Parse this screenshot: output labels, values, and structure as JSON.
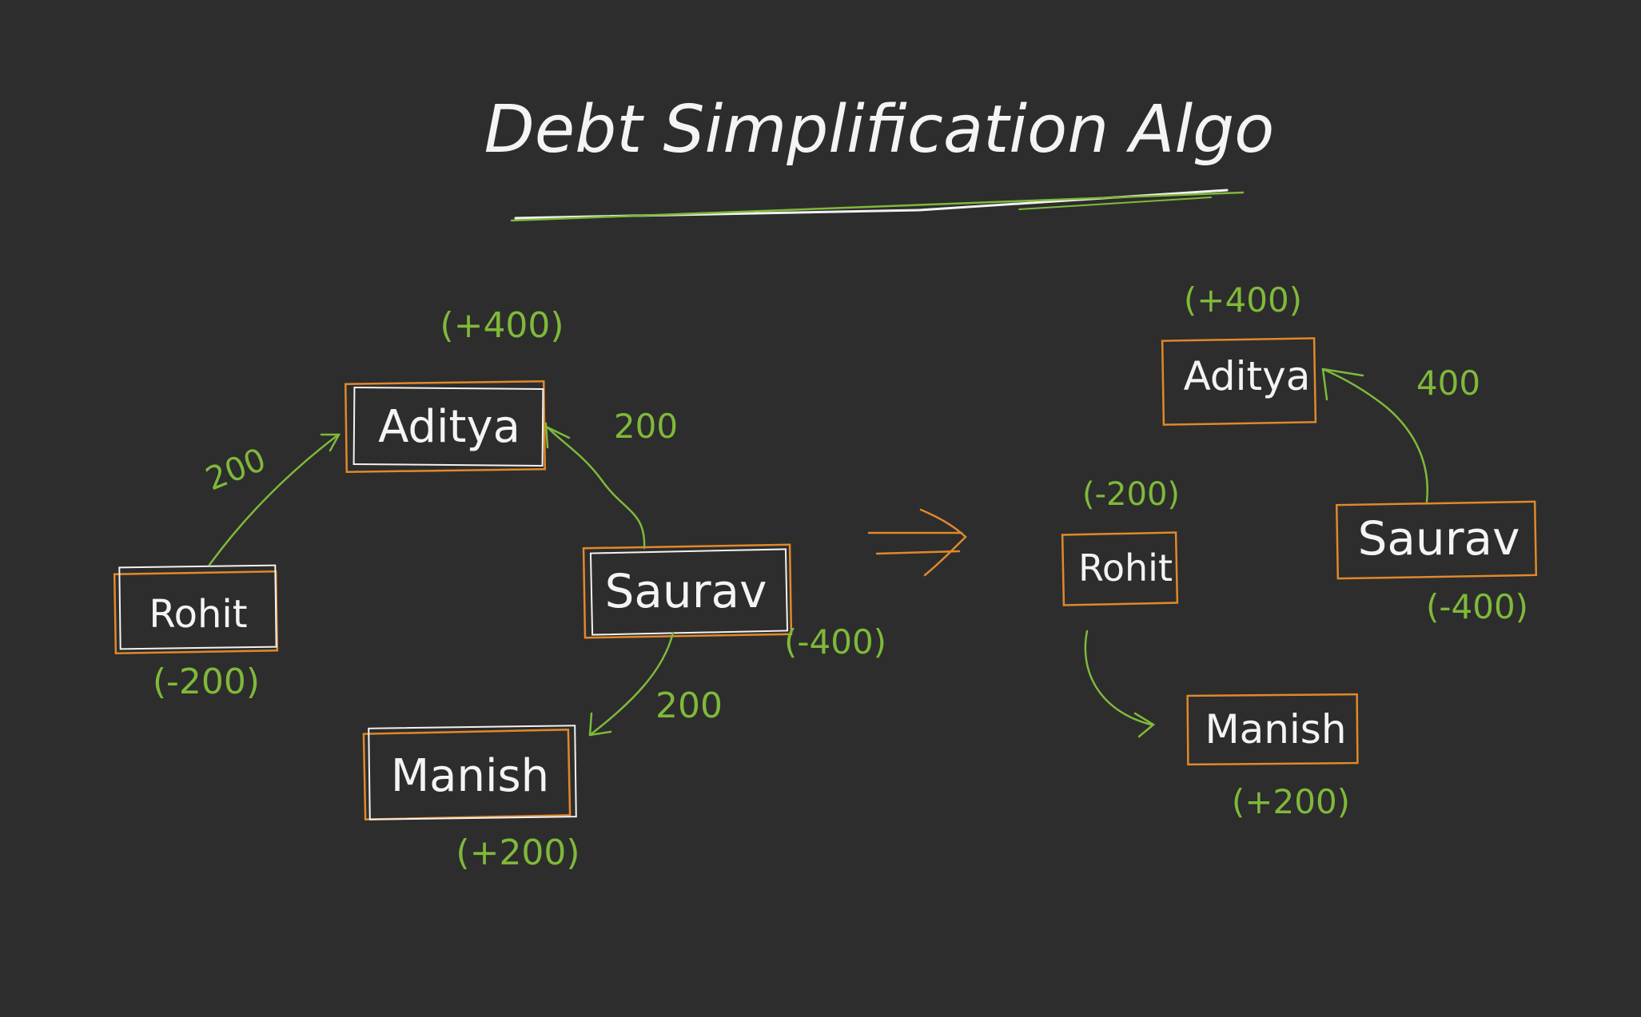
{
  "title": "Debt Simplification Algo",
  "colors": {
    "background": "#2d2d2d",
    "box_stroke": "#e0892b",
    "box_inner_stroke": "#f2f2f2",
    "annotation": "#7fb93a",
    "text": "#f4f4f4"
  },
  "before": {
    "nodes": [
      {
        "id": "aditya",
        "name": "Aditya",
        "balance": "(+400)"
      },
      {
        "id": "rohit",
        "name": "Rohit",
        "balance": "(-200)"
      },
      {
        "id": "saurav",
        "name": "Saurav",
        "balance": "(-400)"
      },
      {
        "id": "manish",
        "name": "Manish",
        "balance": "(+200)"
      }
    ],
    "edges": [
      {
        "from": "Rohit",
        "to": "Aditya",
        "amount": "200"
      },
      {
        "from": "Saurav",
        "to": "Aditya",
        "amount": "200"
      },
      {
        "from": "Saurav",
        "to": "Manish",
        "amount": "200"
      }
    ]
  },
  "transform_arrow": "=>",
  "after": {
    "nodes": [
      {
        "id": "aditya",
        "name": "Aditya",
        "balance": "(+400)"
      },
      {
        "id": "rohit",
        "name": "Rohit",
        "balance": "(-200)"
      },
      {
        "id": "saurav",
        "name": "Saurav",
        "balance": "(-400)"
      },
      {
        "id": "manish",
        "name": "Manish",
        "balance": "(+200)"
      }
    ],
    "edges": [
      {
        "from": "Saurav",
        "to": "Aditya",
        "amount": "400"
      },
      {
        "from": "Rohit",
        "to": "Manish",
        "amount": ""
      }
    ]
  }
}
